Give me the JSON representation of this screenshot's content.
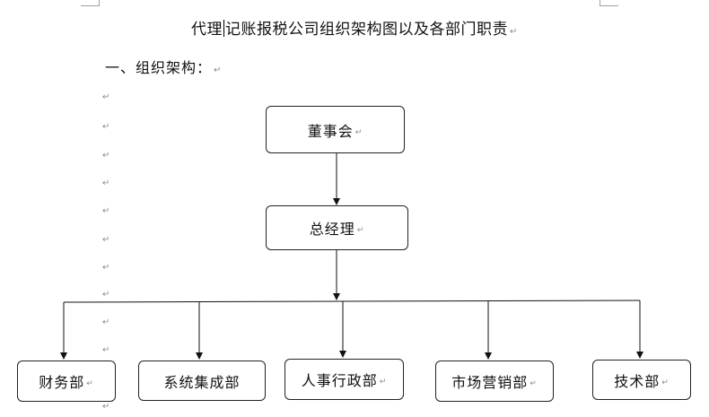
{
  "document": {
    "title_part1": "代理",
    "title_part2": "记账报税公司组织架构图以及各部门职责",
    "section_heading": "一、组织架构：",
    "paragraph_mark": "↵"
  },
  "org_chart": {
    "board": "董事会",
    "general_manager": "总经理",
    "departments": [
      "财务部",
      "系统集成部",
      "人事行政部",
      "市场营销部",
      "技术部"
    ]
  }
}
